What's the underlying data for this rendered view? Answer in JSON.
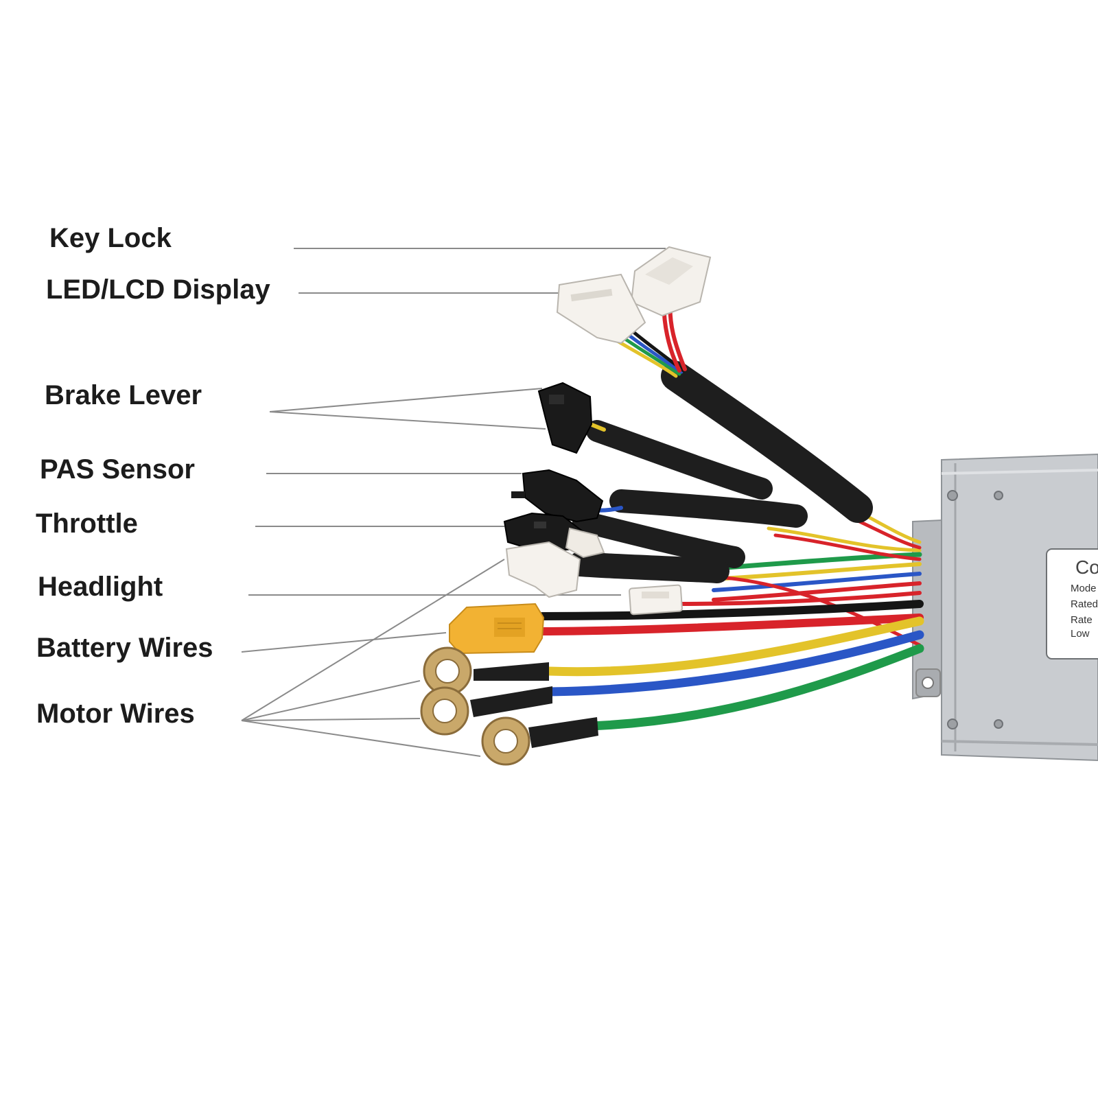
{
  "callouts": [
    {
      "id": "key_lock",
      "label": "Key Lock"
    },
    {
      "id": "display",
      "label": "LED/LCD Display"
    },
    {
      "id": "brake_lever",
      "label": "Brake Lever"
    },
    {
      "id": "pas_sensor",
      "label": "PAS Sensor"
    },
    {
      "id": "throttle",
      "label": "Throttle"
    },
    {
      "id": "headlight",
      "label": "Headlight"
    },
    {
      "id": "battery_wires",
      "label": "Battery Wires"
    },
    {
      "id": "motor_wires",
      "label": "Motor Wires"
    }
  ],
  "controller_label": {
    "title": "Co",
    "lines": [
      "Mode",
      "Rated",
      "Rate",
      "Low"
    ]
  },
  "colors": {
    "leader_line": "#8a8a8a",
    "housing": "#c9ccd0",
    "heat_shrink": "#1e1e1e",
    "xt60": "#f2b233",
    "motor_yellow": "#e3c32a",
    "motor_blue": "#2a56c6",
    "motor_green": "#1f9a4a",
    "wire_red": "#d8232a",
    "ring_terminal": "#c9a86a"
  }
}
